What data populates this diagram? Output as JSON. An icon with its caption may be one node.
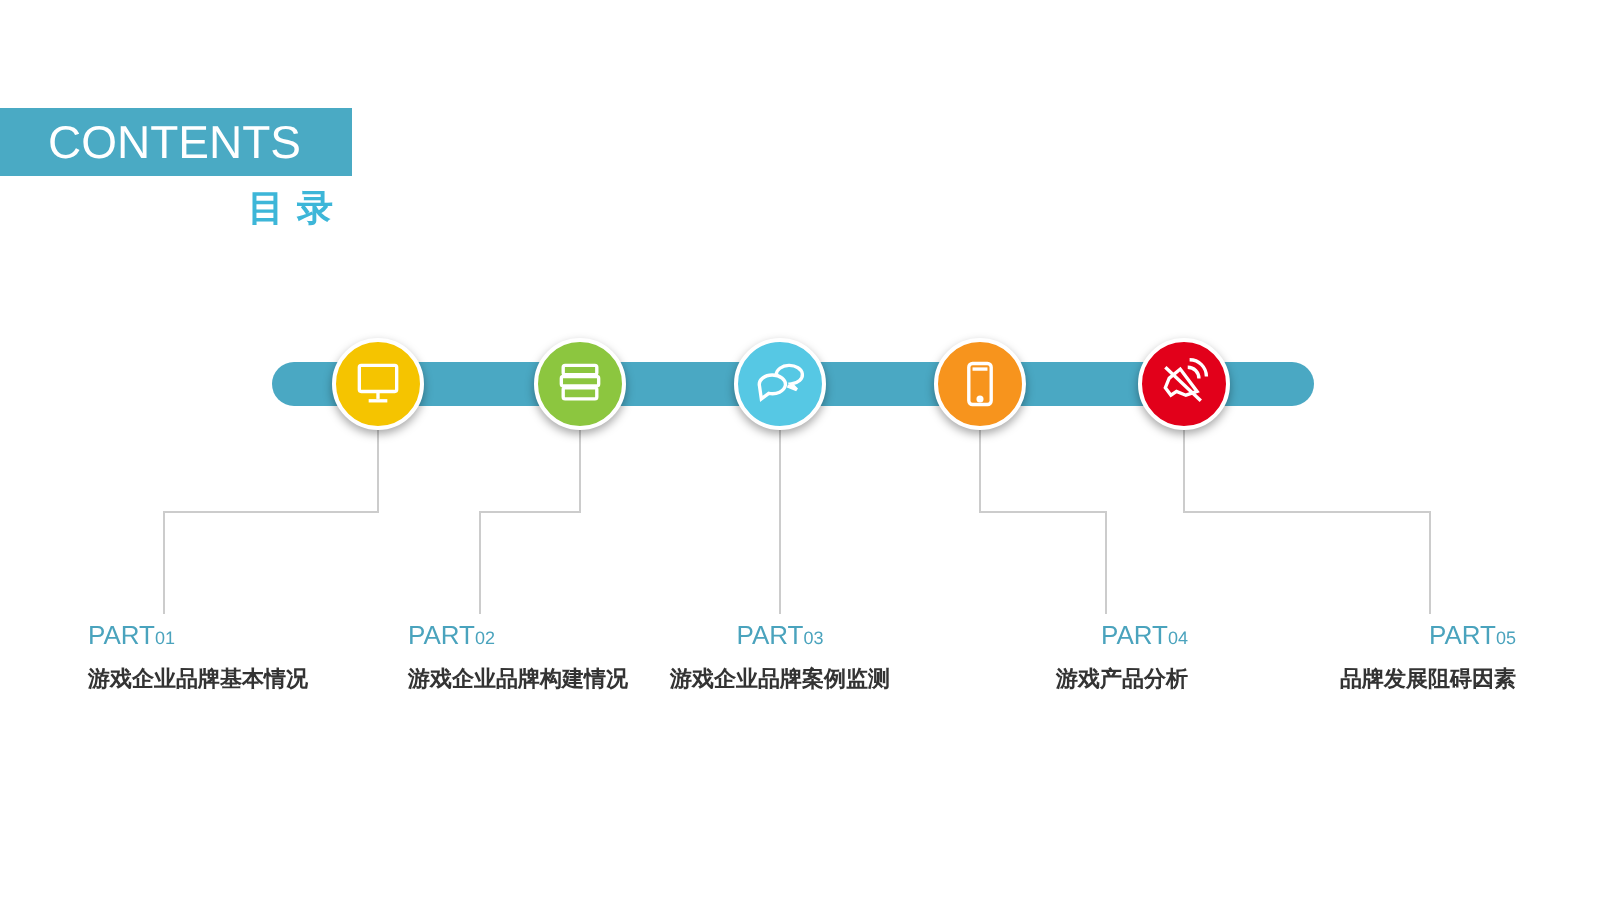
{
  "diagram": {
    "title": "目 录",
    "nodes": [
      {
        "text": [
          "CONTENTS"
        ]
      },
      {
        "text": [],
        "shape": "circle"
      },
      {
        "text": [],
        "shape": "circle"
      },
      {
        "text": [],
        "shape": "circle"
      },
      {
        "text": [],
        "shape": "circle"
      },
      {
        "text": [],
        "shape": "circle"
      },
      {
        "text": [
          "PART$_{01}$",
          "游戏企业品牌基本情况"
        ]
      },
      {
        "text": [
          "PART$_{02}$",
          "游戏企业品牌构建情况"
        ]
      },
      {
        "text": [
          "PART$_{03}$",
          "游戏企业品牌案例监测"
        ]
      },
      {
        "text": [
          "PART$_{04}$",
          "游戏产品分析"
        ]
      },
      {
        "text": [
          "PART$_{05}$",
          "品牌发展阻碍因素"
        ]
      }
    ],
    "edges": [
      {
        "from": 6,
        "to": 1,
        "arrow": "none"
      },
      {
        "from": 7,
        "to": 2,
        "arrow": "none"
      },
      {
        "from": 8,
        "to": 3,
        "arrow": "none"
      },
      {
        "from": 9,
        "to": 4,
        "arrow": "none"
      },
      {
        "from": 10,
        "to": 5,
        "arrow": "none"
      }
    ]
  }
}
